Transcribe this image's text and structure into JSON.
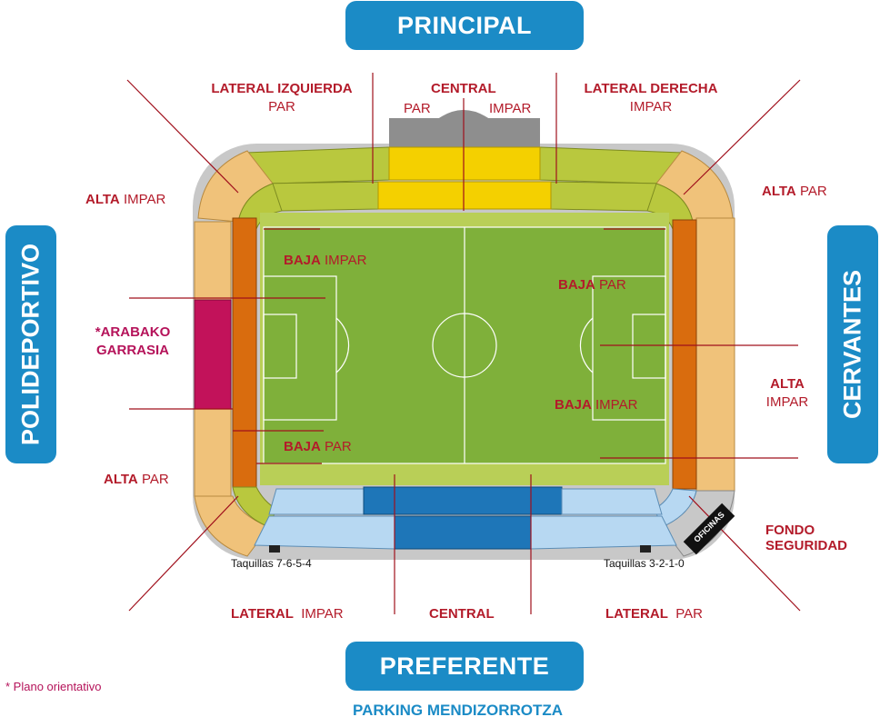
{
  "stands": {
    "principal": "PRINCIPAL",
    "preferente": "PREFERENTE",
    "polideportivo": "POLIDEPORTIVO",
    "cervantes": "CERVANTES"
  },
  "top_labels": {
    "lateral_izquierda": "LATERAL IZQUIERDA",
    "lateral_izquierda_sub": "PAR",
    "central": "CENTRAL",
    "central_par": "PAR",
    "central_impar": "IMPAR",
    "lateral_derecha": "LATERAL DERECHA",
    "lateral_derecha_sub": "IMPAR"
  },
  "side_labels": {
    "alta": "ALTA",
    "baja": "BAJA",
    "impar": "IMPAR",
    "par": "PAR",
    "arabako_1": "*ARABAKO",
    "arabako_2": "GARRASIA",
    "fondo_1": "FONDO",
    "fondo_2": "SEGURIDAD",
    "oficinas": "OFICINAS"
  },
  "bottom_labels": {
    "lateral": "LATERAL",
    "impar": "IMPAR",
    "central": "CENTRAL",
    "par": "PAR",
    "taquillas_left": "Taquillas 7-6-5-4",
    "taquillas_right": "Taquillas 3-2-1-0"
  },
  "footer": {
    "note": "* Plano orientativo",
    "parking": "PARKING MENDIZORROTZA"
  },
  "colors": {
    "tab_blue": "#1b8bc6",
    "label_red": "#b31b2a",
    "magenta": "#b5135a",
    "pitch": "#7fb03a",
    "yellow": "#f4d000",
    "olive": "#b9c83e",
    "peach": "#f0c27a",
    "orange": "#d96c0e",
    "crimson": "#c2125a",
    "light_blue": "#b7d8f2",
    "dark_blue": "#1e76b8",
    "grey": "#8a8a8a"
  }
}
